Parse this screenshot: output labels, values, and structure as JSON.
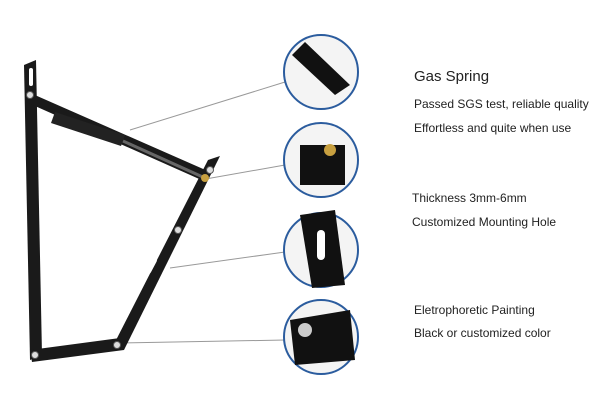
{
  "features": [
    {
      "title": "Gas Spring",
      "lines": [
        "Passed SGS test, reliable quality",
        "Effortless and quite when use"
      ]
    },
    {
      "lines": [
        "Thickness 3mm-6mm",
        "Customized Mounting Hole"
      ]
    },
    {
      "lines": [
        "Eletrophoretic Painting",
        "Black or customized color"
      ]
    }
  ],
  "colors": {
    "circle_outline": "#2b5c9e",
    "bracket": "#1a1a1a",
    "leader_line": "#999999"
  },
  "detail_circles": [
    "gas-spring-closeup",
    "gas-spring-end-fitting-closeup",
    "mounting-hole-closeup",
    "painted-pivot-closeup"
  ]
}
